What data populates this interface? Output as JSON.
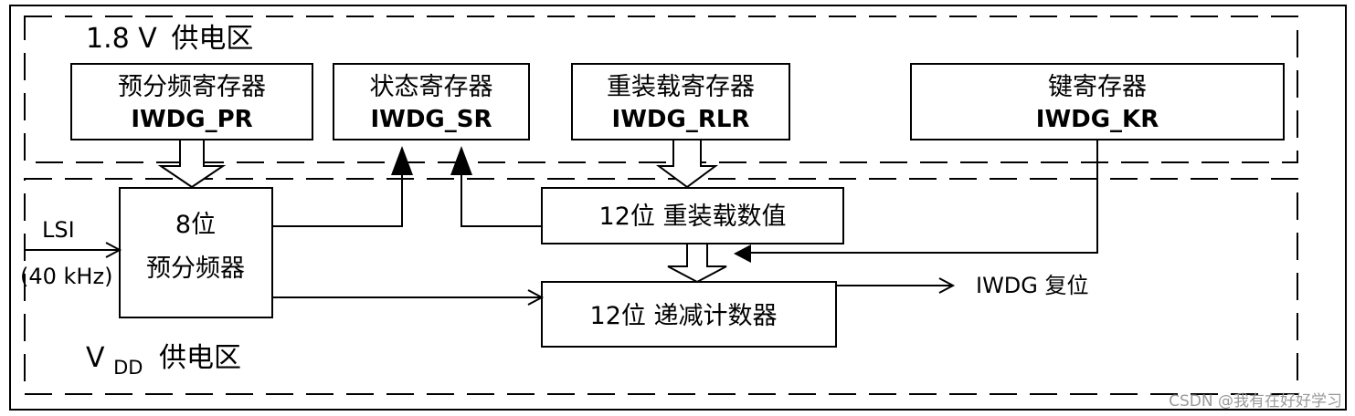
{
  "zones": {
    "top_prefix": "1.8 V",
    "top_suffix": "供电区",
    "bottom_v": "V",
    "bottom_sub": "DD",
    "bottom_suffix": "供电区"
  },
  "registers": {
    "pr": {
      "cn": "预分频寄存器",
      "name": "IWDG_PR"
    },
    "sr": {
      "cn": "状态寄存器",
      "name": "IWDG_SR"
    },
    "rlr": {
      "cn": "重装载寄存器",
      "name": "IWDG_RLR"
    },
    "kr": {
      "cn": "键寄存器",
      "name": "IWDG_KR"
    }
  },
  "blocks": {
    "prescaler_line1": "8位",
    "prescaler_line2": "预分频器",
    "reload_value": "12位 重装载数值",
    "down_counter": "12位 递减计数器"
  },
  "signals": {
    "lsi": "LSI",
    "lsi_freq": "(40 kHz)",
    "reset": "IWDG 复位"
  },
  "watermark": "CSDN @我有在好好学习"
}
